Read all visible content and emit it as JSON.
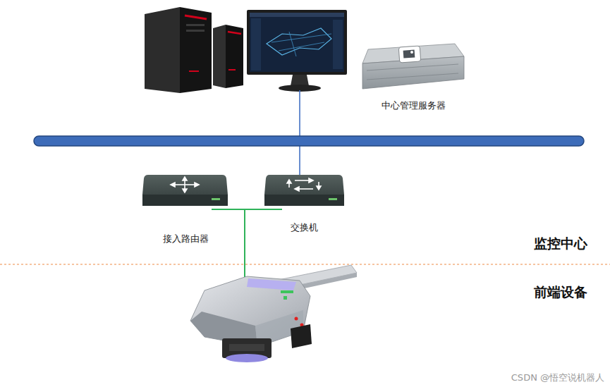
{
  "diagram": {
    "nodes": [
      {
        "text": [
          "中心管理服务器"
        ]
      },
      {
        "text": [
          "接入路由器"
        ]
      },
      {
        "text": [
          "交换机"
        ]
      }
    ],
    "edges": [
      {
        "from": 1,
        "to": 2,
        "arrow": "none"
      }
    ],
    "labels": [
      "监控中心",
      "前端设备",
      "CSDN @悟空说机器人"
    ]
  }
}
